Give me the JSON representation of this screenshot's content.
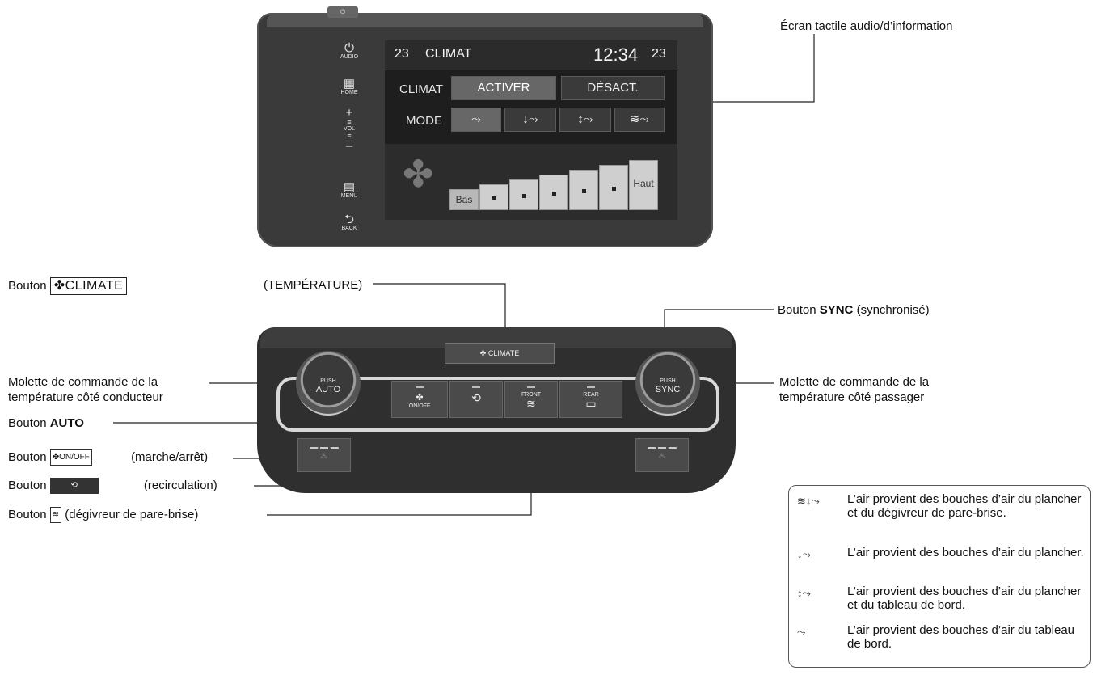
{
  "head_unit": {
    "label": "Écran tactile audio/d’information",
    "side_buttons": [
      {
        "icon": "power-icon",
        "glyph": "⏻",
        "label": "AUDIO"
      },
      {
        "icon": "home-grid-icon",
        "glyph": "▦",
        "label": "HOME"
      },
      {
        "icon": "volume-icon",
        "glyph": "+",
        "label": "VOL"
      },
      {
        "icon": "menu-icon",
        "glyph": "▤",
        "label": "MENU"
      },
      {
        "icon": "back-icon",
        "glyph": "⮌",
        "label": "BACK"
      }
    ],
    "screen": {
      "left_temp": "23",
      "title": "CLIMAT",
      "time": "12:34",
      "right_temp": "23",
      "climat_label": "CLIMAT",
      "activate": "ACTIVER",
      "deactivate": "DÉSACT.",
      "mode_label": "MODE",
      "fan_low": "Bas",
      "fan_high": "Haut"
    }
  },
  "labels": {
    "climate_prefix": "Bouton",
    "climate_box": "CLIMATE",
    "temperature": "(TEMPÉRATURE)",
    "sync_prefix": "Bouton",
    "sync_bold": "SYNC",
    "sync_suffix": "(synchronisé)",
    "driver_dial_line1": "Molette de commande de la",
    "driver_dial_line2": "température côté conducteur",
    "passenger_dial_line1": "Molette de commande de la",
    "passenger_dial_line2": "température côté passager",
    "auto_prefix": "Bouton",
    "auto_bold": "AUTO",
    "onoff_prefix": "Bouton",
    "onoff_box": "ON/OFF",
    "onoff_suffix": "(marche/arrêt)",
    "recirc_prefix": "Bouton",
    "recirc_suffix": "(recirculation)",
    "defrost_prefix": "Bouton",
    "defrost_suffix": "(dégivreur de pare-brise)"
  },
  "panel": {
    "climate_button": "CLIMATE",
    "driver_push": "PUSH",
    "driver_auto": "AUTO",
    "passenger_push": "PUSH",
    "passenger_sync": "SYNC",
    "onoff_text": "ON/OFF",
    "front_text": "FRONT",
    "rear_text": "REAR"
  },
  "legend": [
    {
      "icon": "floor-defrost-icon",
      "text": "L’air provient des bouches d’air du plancher et du dégivreur de pare-brise."
    },
    {
      "icon": "floor-icon",
      "text": "L’air provient des bouches d’air du plancher."
    },
    {
      "icon": "floor-dash-icon",
      "text": "L’air provient des bouches d’air du plancher et du tableau de bord."
    },
    {
      "icon": "dash-icon",
      "text": "L’air provient des bouches d’air du tableau de bord."
    }
  ]
}
